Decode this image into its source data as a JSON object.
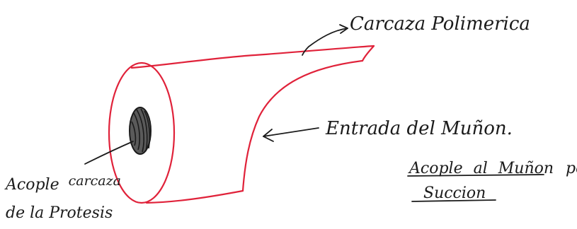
{
  "labels": {
    "shell": "Carcaza Polimerica",
    "stump_entry": "Entrada del Muñon.",
    "coupling_line1_a": "Acople",
    "coupling_line1_b": "al",
    "coupling_line1_c": "Muñon",
    "coupling_line1_d": "por",
    "coupling_line2": "Succion",
    "prosthesis_a": "Acople",
    "prosthesis_b": "carcaza",
    "prosthesis_line2": "de la Protesis"
  },
  "colors": {
    "outline": "#e0223a",
    "ink": "#1b1b1b",
    "background": "#ffffff"
  }
}
